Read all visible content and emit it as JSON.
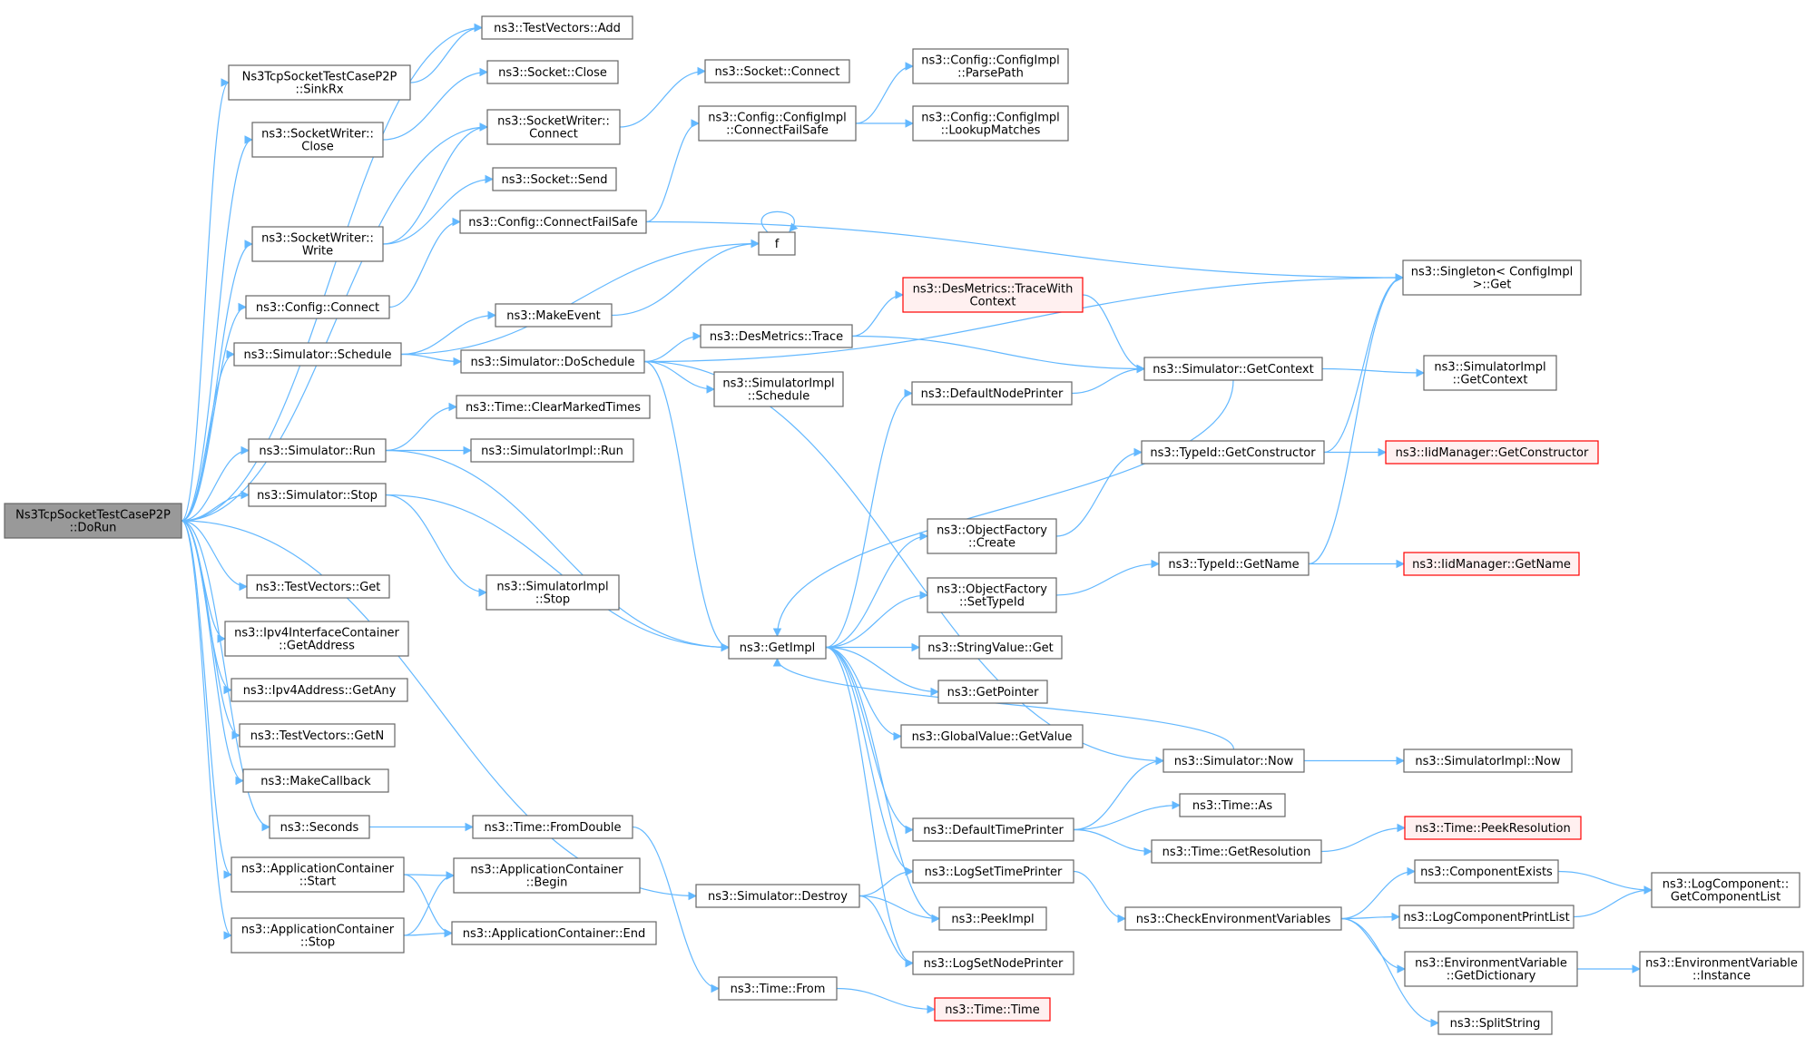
{
  "colors": {
    "edge": "#63b8ff",
    "border": "#666666",
    "red_border": "#ff0000",
    "red_fill": "#fff0f0",
    "root_fill": "#999999",
    "node_fill": "#ffffff"
  },
  "nodes": [
    {
      "id": "dorun",
      "lines": [
        "Ns3TcpSocketTestCaseP2P",
        "::DoRun"
      ],
      "style": "root"
    },
    {
      "id": "tv_add",
      "lines": [
        "ns3::TestVectors::Add"
      ]
    },
    {
      "id": "sinkrx",
      "lines": [
        "Ns3TcpSocketTestCaseP2P",
        "::SinkRx"
      ]
    },
    {
      "id": "sock_close",
      "lines": [
        "ns3::Socket::Close"
      ]
    },
    {
      "id": "sw_close",
      "lines": [
        "ns3::SocketWriter::",
        "Close"
      ]
    },
    {
      "id": "sw_connect",
      "lines": [
        "ns3::SocketWriter::",
        "Connect"
      ]
    },
    {
      "id": "sock_send",
      "lines": [
        "ns3::Socket::Send"
      ]
    },
    {
      "id": "sw_write",
      "lines": [
        "ns3::SocketWriter::",
        "Write"
      ]
    },
    {
      "id": "cfg_cfs",
      "lines": [
        "ns3::Config::ConnectFailSafe"
      ]
    },
    {
      "id": "sock_connect",
      "lines": [
        "ns3::Socket::Connect"
      ]
    },
    {
      "id": "ci_cfs",
      "lines": [
        "ns3::Config::ConfigImpl",
        "::ConnectFailSafe"
      ]
    },
    {
      "id": "ci_parse",
      "lines": [
        "ns3::Config::ConfigImpl",
        "::ParsePath"
      ]
    },
    {
      "id": "ci_lookup",
      "lines": [
        "ns3::Config::ConfigImpl",
        "::LookupMatches"
      ]
    },
    {
      "id": "f",
      "lines": [
        "f"
      ]
    },
    {
      "id": "cfg_connect",
      "lines": [
        "ns3::Config::Connect"
      ]
    },
    {
      "id": "makeevent",
      "lines": [
        "ns3::MakeEvent"
      ]
    },
    {
      "id": "sim_schedule",
      "lines": [
        "ns3::Simulator::Schedule"
      ]
    },
    {
      "id": "sim_doschedule",
      "lines": [
        "ns3::Simulator::DoSchedule"
      ]
    },
    {
      "id": "dm_tracewith",
      "lines": [
        "ns3::DesMetrics::TraceWith",
        "Context"
      ],
      "style": "red"
    },
    {
      "id": "dm_trace",
      "lines": [
        "ns3::DesMetrics::Trace"
      ]
    },
    {
      "id": "singleton_get",
      "lines": [
        "ns3::Singleton< ConfigImpl",
        ">::Get"
      ]
    },
    {
      "id": "si_schedule",
      "lines": [
        "ns3::SimulatorImpl",
        "::Schedule"
      ]
    },
    {
      "id": "time_cmt",
      "lines": [
        "ns3::Time::ClearMarkedTimes"
      ]
    },
    {
      "id": "sim_run",
      "lines": [
        "ns3::Simulator::Run"
      ]
    },
    {
      "id": "si_run",
      "lines": [
        "ns3::SimulatorImpl::Run"
      ]
    },
    {
      "id": "defnodeprinter",
      "lines": [
        "ns3::DefaultNodePrinter"
      ]
    },
    {
      "id": "sim_getcontext",
      "lines": [
        "ns3::Simulator::GetContext"
      ]
    },
    {
      "id": "si_getcontext",
      "lines": [
        "ns3::SimulatorImpl",
        "::GetContext"
      ]
    },
    {
      "id": "typeid_getctor",
      "lines": [
        "ns3::TypeId::GetConstructor"
      ]
    },
    {
      "id": "iid_getctor",
      "lines": [
        "ns3::IidManager::GetConstructor"
      ],
      "style": "red"
    },
    {
      "id": "sim_stop",
      "lines": [
        "ns3::Simulator::Stop"
      ]
    },
    {
      "id": "of_create",
      "lines": [
        "ns3::ObjectFactory",
        "::Create"
      ]
    },
    {
      "id": "typeid_getname",
      "lines": [
        "ns3::TypeId::GetName"
      ]
    },
    {
      "id": "iid_getname",
      "lines": [
        "ns3::IidManager::GetName"
      ],
      "style": "red"
    },
    {
      "id": "tv_get",
      "lines": [
        "ns3::TestVectors::Get"
      ]
    },
    {
      "id": "si_stop",
      "lines": [
        "ns3::SimulatorImpl",
        "::Stop"
      ]
    },
    {
      "id": "of_settypeid",
      "lines": [
        "ns3::ObjectFactory",
        "::SetTypeId"
      ]
    },
    {
      "id": "ipv4ic_getaddr",
      "lines": [
        "ns3::Ipv4InterfaceContainer",
        "::GetAddress"
      ]
    },
    {
      "id": "getimpl",
      "lines": [
        "ns3::GetImpl"
      ]
    },
    {
      "id": "sv_get",
      "lines": [
        "ns3::StringValue::Get"
      ]
    },
    {
      "id": "ipv4_getany",
      "lines": [
        "ns3::Ipv4Address::GetAny"
      ]
    },
    {
      "id": "getpointer",
      "lines": [
        "ns3::GetPointer"
      ]
    },
    {
      "id": "tv_getn",
      "lines": [
        "ns3::TestVectors::GetN"
      ]
    },
    {
      "id": "gv_getvalue",
      "lines": [
        "ns3::GlobalValue::GetValue"
      ]
    },
    {
      "id": "sim_now",
      "lines": [
        "ns3::Simulator::Now"
      ]
    },
    {
      "id": "si_now",
      "lines": [
        "ns3::SimulatorImpl::Now"
      ]
    },
    {
      "id": "makecallback",
      "lines": [
        "ns3::MakeCallback"
      ]
    },
    {
      "id": "time_as",
      "lines": [
        "ns3::Time::As"
      ]
    },
    {
      "id": "seconds",
      "lines": [
        "ns3::Seconds"
      ]
    },
    {
      "id": "time_fromdouble",
      "lines": [
        "ns3::Time::FromDouble"
      ]
    },
    {
      "id": "deftimeprinter",
      "lines": [
        "ns3::DefaultTimePrinter"
      ]
    },
    {
      "id": "time_peekres",
      "lines": [
        "ns3::Time::PeekResolution"
      ],
      "style": "red"
    },
    {
      "id": "time_getres",
      "lines": [
        "ns3::Time::GetResolution"
      ]
    },
    {
      "id": "ac_start",
      "lines": [
        "ns3::ApplicationContainer",
        "::Start"
      ]
    },
    {
      "id": "ac_begin",
      "lines": [
        "ns3::ApplicationContainer",
        "::Begin"
      ]
    },
    {
      "id": "logsettimeprinter",
      "lines": [
        "ns3::LogSetTimePrinter"
      ]
    },
    {
      "id": "componentexists",
      "lines": [
        "ns3::ComponentExists"
      ]
    },
    {
      "id": "lc_getlist",
      "lines": [
        "ns3::LogComponent::",
        "GetComponentList"
      ]
    },
    {
      "id": "sim_destroy",
      "lines": [
        "ns3::Simulator::Destroy"
      ]
    },
    {
      "id": "checkenv",
      "lines": [
        "ns3::CheckEnvironmentVariables"
      ]
    },
    {
      "id": "logcompprintlist",
      "lines": [
        "ns3::LogComponentPrintList"
      ]
    },
    {
      "id": "peekimpl",
      "lines": [
        "ns3::PeekImpl"
      ]
    },
    {
      "id": "ac_stop",
      "lines": [
        "ns3::ApplicationContainer",
        "::Stop"
      ]
    },
    {
      "id": "ac_end",
      "lines": [
        "ns3::ApplicationContainer::End"
      ]
    },
    {
      "id": "ev_getdict",
      "lines": [
        "ns3::EnvironmentVariable",
        "::GetDictionary"
      ]
    },
    {
      "id": "ev_instance",
      "lines": [
        "ns3::EnvironmentVariable",
        "::Instance"
      ]
    },
    {
      "id": "logsetnodeprinter",
      "lines": [
        "ns3::LogSetNodePrinter"
      ]
    },
    {
      "id": "time_from",
      "lines": [
        "ns3::Time::From"
      ]
    },
    {
      "id": "time_time",
      "lines": [
        "ns3::Time::Time"
      ],
      "style": "red"
    },
    {
      "id": "splitstring",
      "lines": [
        "ns3::SplitString"
      ]
    }
  ],
  "edges": [
    [
      "dorun",
      "tv_add"
    ],
    [
      "dorun",
      "sinkrx"
    ],
    [
      "dorun",
      "sw_close"
    ],
    [
      "dorun",
      "sw_connect"
    ],
    [
      "dorun",
      "sw_write"
    ],
    [
      "dorun",
      "cfg_connect"
    ],
    [
      "dorun",
      "sim_schedule"
    ],
    [
      "dorun",
      "sim_run"
    ],
    [
      "dorun",
      "sim_stop"
    ],
    [
      "dorun",
      "sim_destroy"
    ],
    [
      "dorun",
      "tv_get"
    ],
    [
      "dorun",
      "ipv4ic_getaddr"
    ],
    [
      "dorun",
      "ipv4_getany"
    ],
    [
      "dorun",
      "tv_getn"
    ],
    [
      "dorun",
      "makecallback"
    ],
    [
      "dorun",
      "seconds"
    ],
    [
      "dorun",
      "ac_start"
    ],
    [
      "dorun",
      "ac_stop"
    ],
    [
      "sinkrx",
      "tv_add"
    ],
    [
      "sw_close",
      "sock_close"
    ],
    [
      "sw_connect",
      "sock_connect"
    ],
    [
      "sw_write",
      "sw_connect"
    ],
    [
      "sw_write",
      "sock_send"
    ],
    [
      "cfg_connect",
      "cfg_cfs"
    ],
    [
      "cfg_cfs",
      "ci_cfs"
    ],
    [
      "cfg_cfs",
      "singleton_get"
    ],
    [
      "ci_cfs",
      "ci_parse"
    ],
    [
      "ci_cfs",
      "ci_lookup"
    ],
    [
      "f",
      "f"
    ],
    [
      "sim_schedule",
      "f"
    ],
    [
      "sim_schedule",
      "makeevent"
    ],
    [
      "sim_schedule",
      "sim_doschedule"
    ],
    [
      "makeevent",
      "f"
    ],
    [
      "sim_doschedule",
      "singleton_get"
    ],
    [
      "sim_doschedule",
      "dm_trace"
    ],
    [
      "sim_doschedule",
      "si_schedule"
    ],
    [
      "sim_doschedule",
      "getimpl"
    ],
    [
      "sim_doschedule",
      "sim_now"
    ],
    [
      "dm_trace",
      "dm_tracewith"
    ],
    [
      "dm_trace",
      "sim_getcontext"
    ],
    [
      "dm_tracewith",
      "sim_getcontext"
    ],
    [
      "sim_run",
      "time_cmt"
    ],
    [
      "sim_run",
      "si_run"
    ],
    [
      "sim_run",
      "getimpl"
    ],
    [
      "sim_stop",
      "si_stop"
    ],
    [
      "sim_stop",
      "getimpl"
    ],
    [
      "sim_destroy",
      "logsettimeprinter"
    ],
    [
      "sim_destroy",
      "peekimpl"
    ],
    [
      "sim_destroy",
      "logsetnodeprinter"
    ],
    [
      "defnodeprinter",
      "sim_getcontext"
    ],
    [
      "sim_getcontext",
      "si_getcontext"
    ],
    [
      "sim_getcontext",
      "getimpl"
    ],
    [
      "typeid_getctor",
      "iid_getctor"
    ],
    [
      "typeid_getctor",
      "singleton_get"
    ],
    [
      "typeid_getname",
      "iid_getname"
    ],
    [
      "typeid_getname",
      "singleton_get"
    ],
    [
      "of_create",
      "typeid_getctor"
    ],
    [
      "of_settypeid",
      "typeid_getname"
    ],
    [
      "getimpl",
      "defnodeprinter"
    ],
    [
      "getimpl",
      "of_create"
    ],
    [
      "getimpl",
      "of_settypeid"
    ],
    [
      "getimpl",
      "sv_get"
    ],
    [
      "getimpl",
      "getpointer"
    ],
    [
      "getimpl",
      "gv_getvalue"
    ],
    [
      "getimpl",
      "deftimeprinter"
    ],
    [
      "getimpl",
      "logsettimeprinter"
    ],
    [
      "getimpl",
      "peekimpl"
    ],
    [
      "getimpl",
      "logsetnodeprinter"
    ],
    [
      "sim_now",
      "getimpl"
    ],
    [
      "sim_now",
      "si_now"
    ],
    [
      "deftimeprinter",
      "sim_now"
    ],
    [
      "deftimeprinter",
      "time_as"
    ],
    [
      "deftimeprinter",
      "time_getres"
    ],
    [
      "time_getres",
      "time_peekres"
    ],
    [
      "seconds",
      "time_fromdouble"
    ],
    [
      "time_fromdouble",
      "time_from"
    ],
    [
      "time_from",
      "time_time"
    ],
    [
      "ac_start",
      "ac_begin"
    ],
    [
      "ac_start",
      "ac_end"
    ],
    [
      "ac_stop",
      "ac_begin"
    ],
    [
      "ac_stop",
      "ac_end"
    ],
    [
      "logsettimeprinter",
      "checkenv"
    ],
    [
      "checkenv",
      "componentexists"
    ],
    [
      "checkenv",
      "logcompprintlist"
    ],
    [
      "checkenv",
      "ev_getdict"
    ],
    [
      "checkenv",
      "splitstring"
    ],
    [
      "componentexists",
      "lc_getlist"
    ],
    [
      "logcompprintlist",
      "lc_getlist"
    ],
    [
      "ev_getdict",
      "ev_instance"
    ]
  ]
}
